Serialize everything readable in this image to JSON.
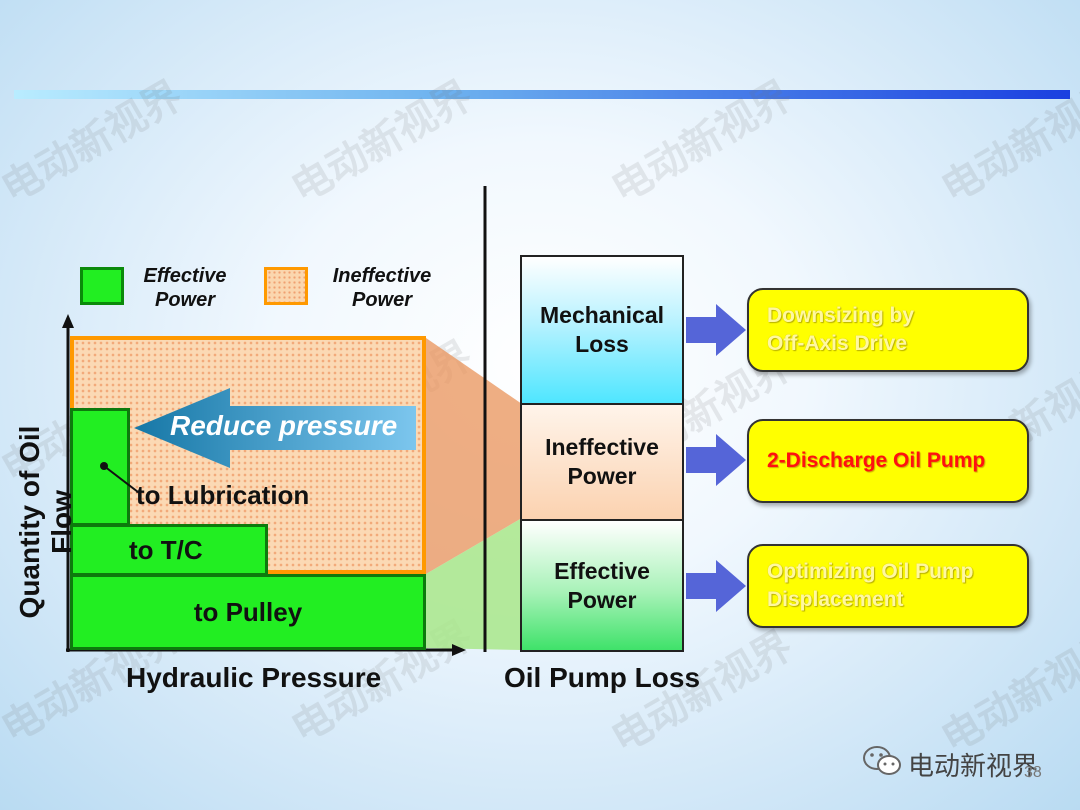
{
  "watermark": "电动新视界",
  "legend": {
    "effective": "Effective\nPower",
    "ineffective": "Ineffective\nPower"
  },
  "diagram": {
    "y_axis_label": "Quantity of Oil Flow",
    "x_axis_label": "Hydraulic Pressure",
    "reduce_pressure": "Reduce pressure",
    "blocks": {
      "lubrication": "to Lubrication",
      "tc": "to T/C",
      "pulley": "to Pulley"
    }
  },
  "loss_column": {
    "title": "Oil Pump Loss",
    "segments": [
      {
        "label": "Mechanical\nLoss",
        "color": "#4fe6ff"
      },
      {
        "label": "Ineffective\nPower",
        "color": "#fbd2b0"
      },
      {
        "label": "Effective\nPower",
        "color": "#3fe26a"
      }
    ]
  },
  "measures": [
    {
      "label": "Downsizing by\nOff-Axis Drive",
      "style": "faded"
    },
    {
      "label": "2-Discharge Oil Pump",
      "style": "highlight"
    },
    {
      "label": "Optimizing Oil Pump\nDisplacement",
      "style": "faded"
    }
  ],
  "footer": {
    "brand": "电动新视界",
    "page_number": "38"
  },
  "colors": {
    "effective": "#22ee22",
    "ineffective_border": "#ff9900",
    "arrow_blue": "#5565d8",
    "highlight_text": "#ff1010",
    "callout_bg": "#ffff00"
  }
}
